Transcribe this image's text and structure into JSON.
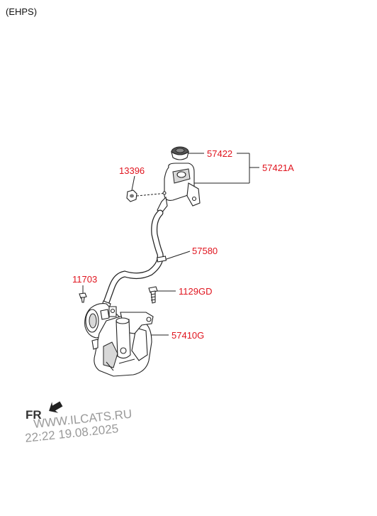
{
  "header": {
    "label": "(EHPS)"
  },
  "parts": {
    "cap": "57422",
    "reservoir_assy": "57421A",
    "nut": "13396",
    "hose": "57580",
    "bolt_small": "11703",
    "bolt": "1129GD",
    "pump": "57410G"
  },
  "direction_label": "FR",
  "watermark": {
    "site": "WWW.ILCATS.RU",
    "timestamp": "22:22 19.08.2025"
  },
  "colors": {
    "part_number": "#e0141e",
    "watermark": "#9a9a9a"
  }
}
